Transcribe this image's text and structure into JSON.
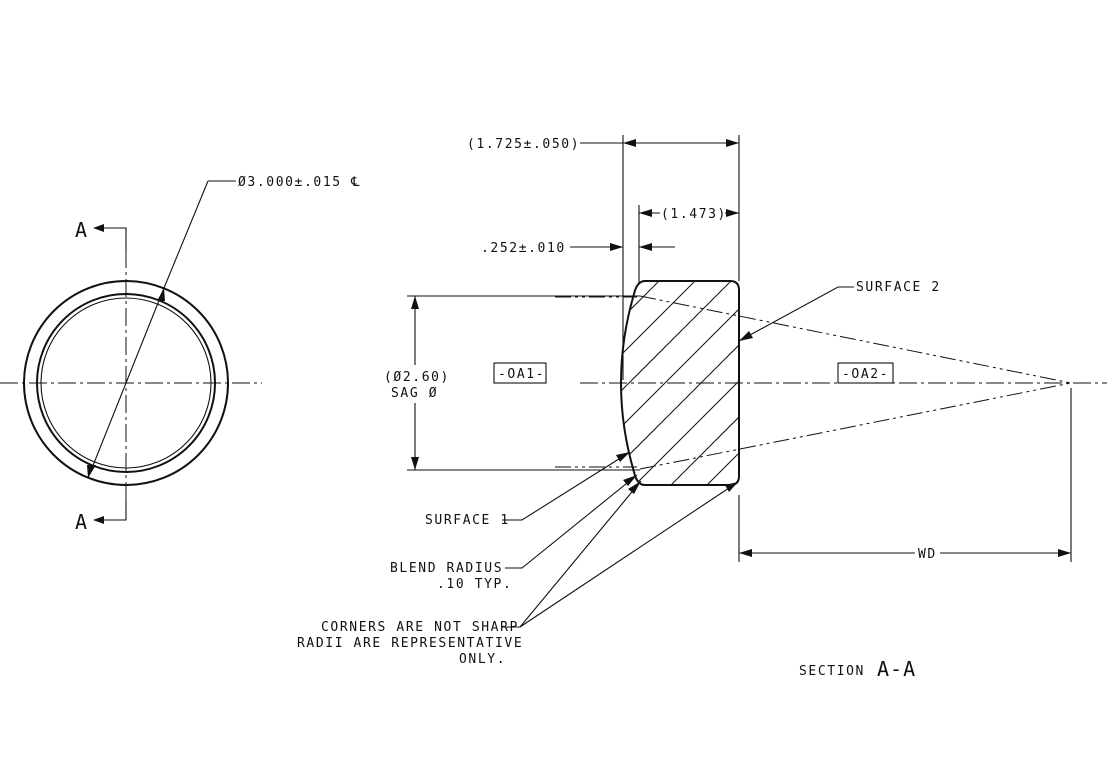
{
  "front_view": {
    "diameter_label": "Ø3.000±.015 ℄",
    "section_marker_top": "A",
    "section_marker_bottom": "A"
  },
  "section_view": {
    "overall_length_label": "(1.725±.050)",
    "inner_length_label": "(1.473)",
    "center_thickness_label": ".252±.010",
    "sag_diameter_label": "(Ø2.60)",
    "sag_label": "SAG Ø",
    "axis_1_label": "-OA1-",
    "axis_2_label": "-OA2-",
    "surface_2_label": "SURFACE 2",
    "surface_1_label": "SURFACE 1",
    "blend_radius_line1": "BLEND  RADIUS",
    "blend_radius_line2": ".10 TYP.",
    "corners_line1": "CORNERS ARE NOT SHARP",
    "corners_line2": "RADII ARE REPRESENTATIVE",
    "corners_line3": "ONLY.",
    "wd_label": "WD",
    "section_title_prefix": "SECTION",
    "section_title_letters": "A-A"
  }
}
